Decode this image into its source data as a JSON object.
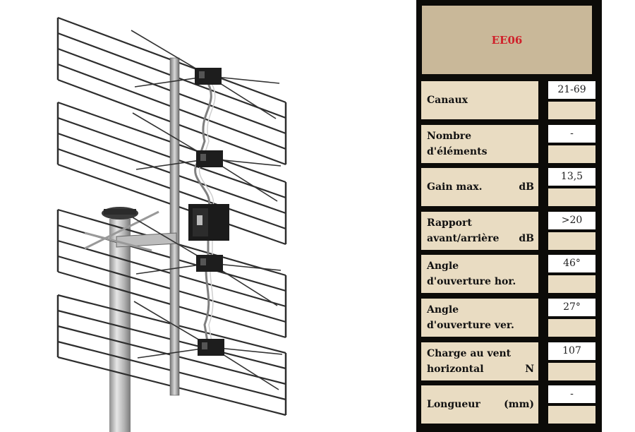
{
  "image": {
    "subject": "antenna-photo"
  },
  "spec_table": {
    "model": "EE06",
    "rows": [
      {
        "label_lines": [
          "Canaux"
        ],
        "unit": "",
        "value": "21-69"
      },
      {
        "label_lines": [
          "Nombre",
          "d'éléments"
        ],
        "unit": "",
        "value": "-"
      },
      {
        "label_lines": [
          "Gain max."
        ],
        "unit": "dB",
        "value": "13,5"
      },
      {
        "label_lines": [
          "Rapport",
          "avant/arrière"
        ],
        "unit": "dB",
        "value": ">20"
      },
      {
        "label_lines": [
          "Angle",
          "d'ouverture hor."
        ],
        "unit": "",
        "value": "46°"
      },
      {
        "label_lines": [
          "Angle",
          "d'ouverture ver."
        ],
        "unit": "",
        "value": "27°"
      },
      {
        "label_lines": [
          "Charge au vent",
          "horizontal"
        ],
        "unit": "N",
        "value": "107"
      },
      {
        "label_lines": [
          "Longueur"
        ],
        "unit": "(mm)",
        "value": "-"
      }
    ]
  },
  "colors": {
    "frame": "#0c0b08",
    "cell_tan": "#e9dcc2",
    "model_box": "#c9b899",
    "model_text": "#d0202a"
  }
}
